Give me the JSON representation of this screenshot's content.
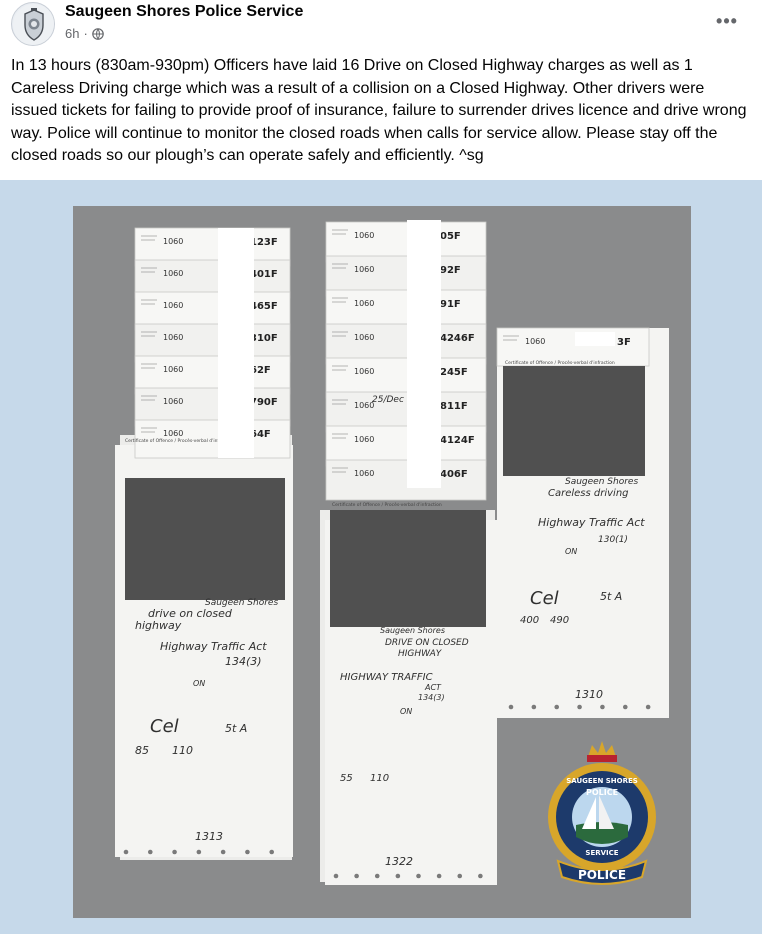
{
  "post": {
    "author": "Saugeen Shores Police Service",
    "time": "6h",
    "privacy_icon": "globe-icon",
    "more_icon": "more-options-icon",
    "more_label": "•••",
    "text": "In 13 hours (830am-930pm) Officers have laid 16 Drive on Closed Highway charges as well as 1 Careless Driving charge which was a result of a collision on a Closed Highway. Other drivers were issued tickets for failing to provide proof of insurance, failure to surrender drives licence and drive wrong way. Police will continue to monitor the closed roads when calls for service allow. Please stay off the closed roads so our plough’s can operate safely and efficiently. ^sg"
  },
  "photo": {
    "stack_left": {
      "ticket_numbers": [
        "123F",
        "401F",
        "465F",
        "310F",
        "62F",
        "790F",
        "64F"
      ],
      "code": "1060",
      "handwritten": [
        "Saugeen Shores",
        "drive on closed",
        "highway",
        "Highway Traffic Act",
        "134(3)",
        "ON",
        "Cel",
        "5t A",
        "85",
        "110",
        "1313"
      ]
    },
    "stack_middle": {
      "ticket_numbers": [
        "05F",
        "92F",
        "91F",
        "4246F",
        "245F",
        "811F",
        "4124F",
        "406F"
      ],
      "code": "1060",
      "handwritten": [
        "25/Dec",
        "Saugeen Shores",
        "DRIVE ON CLOSED",
        "HIGHWAY",
        "HIGHWAY TRAFFIC",
        "ACT",
        "134(3)",
        "ON",
        "55",
        "110",
        "1322"
      ]
    },
    "stack_right": {
      "ticket_numbers": [
        "3F"
      ],
      "code": "1060",
      "handwritten": [
        "Saugeen Shores",
        "Careless driving",
        "Highway Traffic Act",
        "130(1)",
        "ON",
        "Cel",
        "5t A",
        "400",
        "490",
        "1310"
      ]
    },
    "form_title": "Certificate of Offence / Procès-verbal d'infraction",
    "badge": {
      "top_text": "SAUGEEN SHORES",
      "middle_text": "POLICE",
      "lower_text": "SERVICE",
      "banner_text": "POLICE"
    },
    "colors": {
      "background": "#c6d9ea",
      "table": "#8a8b8c",
      "paper": "#f4f4f2",
      "redaction": "#505050",
      "badge_gold": "#d8a62a",
      "badge_navy": "#1d3a6b"
    }
  }
}
